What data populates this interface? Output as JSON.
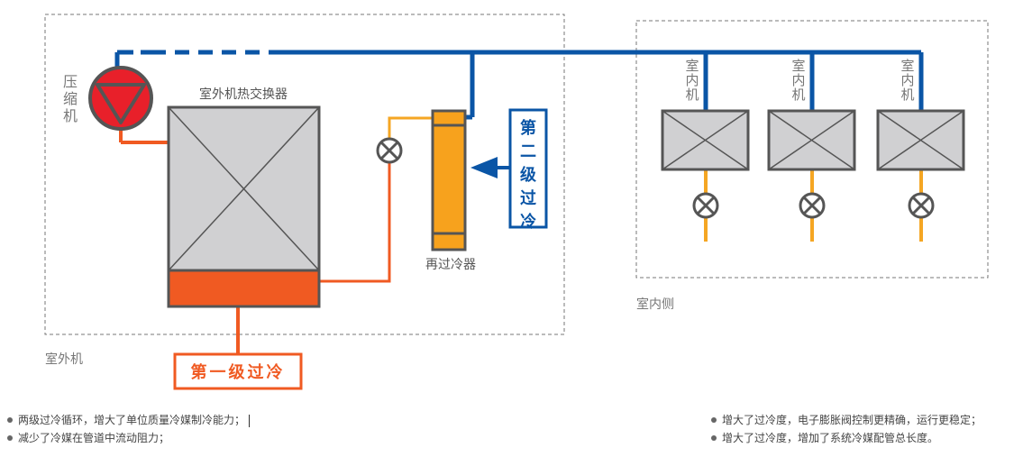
{
  "labels": {
    "compressor": "压缩机",
    "outdoor_hx": "室外机热交换器",
    "subcooler": "再过冷器",
    "outdoor_unit": "室外机",
    "indoor_side": "室内侧",
    "indoor_unit": "室内机",
    "second_stage": "第二级过冷",
    "first_stage": "第一级过冷"
  },
  "colors": {
    "blue_pipe": "#0a55a6",
    "orange_pipe": "#f5a623",
    "red_pipe": "#f05a22",
    "compressor_red": "#e8202a",
    "box_gray": "#d0d0d2",
    "box_border": "#555555",
    "subcooler_orange": "#f7a21d",
    "dashed": "#777777"
  },
  "bullets_left": [
    "两级过冷循环，增大了单位质量冷媒制冷能力；",
    "减少了冷媒在管道中流动阻力；"
  ],
  "bullets_right": [
    "增大了过冷度，电子膨胀阀控制更精确，运行更稳定；",
    "增大了过冷度，增加了系统冷媒配管总长度。"
  ]
}
